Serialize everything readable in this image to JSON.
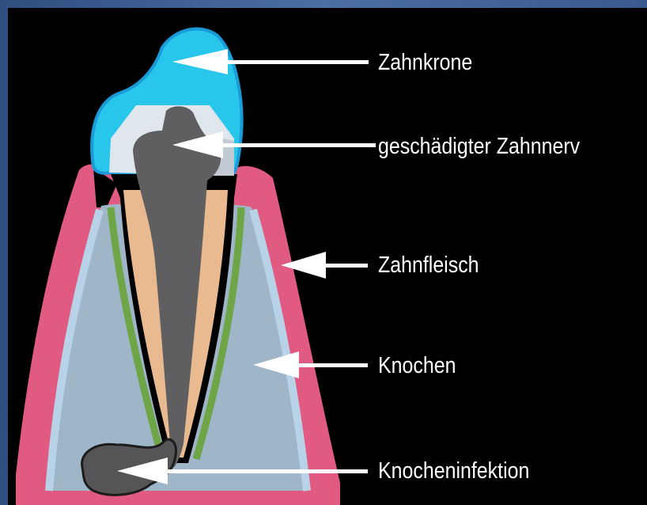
{
  "labels": {
    "crown": "Zahnkrone",
    "nerve": "geschädigter Zahnnerv",
    "gum": "Zahnfleisch",
    "bone": "Knochen",
    "infection": "Knocheninfektion"
  },
  "colors": {
    "background": "#000000",
    "crown": "#29c6ec",
    "crown_inner": "#dfe6ec",
    "nerve": "#5f5f62",
    "dentin": "#e9b98f",
    "gum": "#e05a82",
    "bone": "#9fb5c8",
    "bone_edge": "#b8d2e8",
    "periodontal": "#6ea547",
    "infection": "#555558",
    "arrow": "#ffffff",
    "text": "#ffffff"
  }
}
